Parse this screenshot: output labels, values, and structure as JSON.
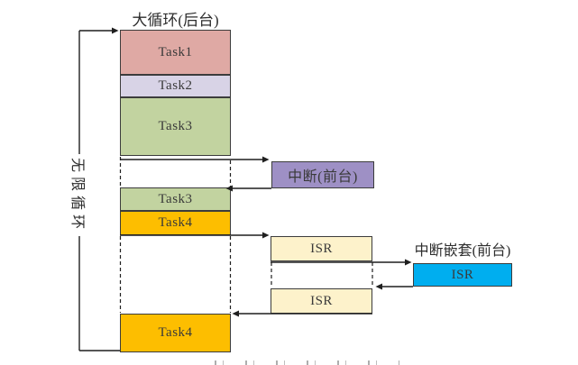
{
  "title": "大循环(后台)",
  "loop_label": "无限循环",
  "column": {
    "segments": [
      {
        "label": "Task1",
        "color": "#dfa9a4"
      },
      {
        "label": "Task2",
        "color": "#d8d3e6"
      },
      {
        "label": "Task3",
        "color": "#c2d3a0"
      },
      {
        "label": "Task3",
        "color": "#c2d3a0"
      },
      {
        "label": "Task4",
        "color": "#fdbe00"
      },
      {
        "label": "Task4",
        "color": "#fdbe00"
      }
    ]
  },
  "interrupt_box": {
    "label": "中断(前台)",
    "color": "#9e90c5"
  },
  "isr_boxes": [
    {
      "label": "ISR",
      "color": "#fdf2cb"
    },
    {
      "label": "ISR",
      "color": "#fdf2cb"
    }
  ],
  "nested_interrupt": {
    "title": "中断嵌套(前台)",
    "isr_label": "ISR",
    "color": "#00aeef"
  },
  "line_color": "#1f1f1f"
}
